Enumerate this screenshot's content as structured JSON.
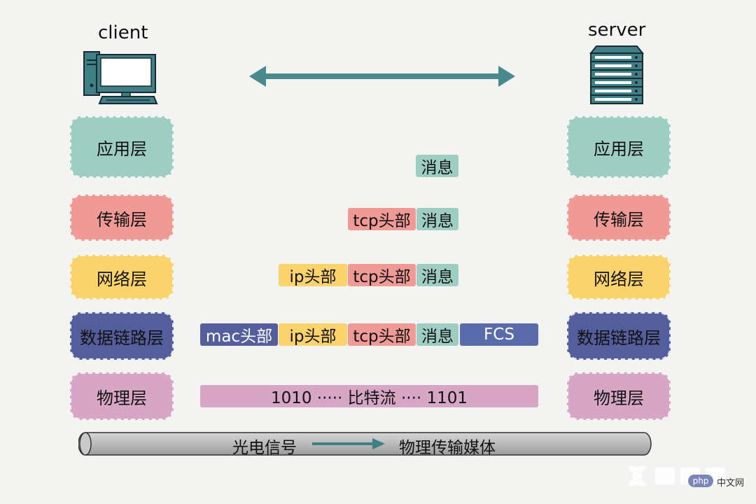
{
  "client": {
    "label": "client",
    "icon": "desktop-computer-icon"
  },
  "server": {
    "label": "server",
    "icon": "server-rack-icon"
  },
  "colors": {
    "arrow": "#4a8a8f",
    "app": "#9ecdc2",
    "transport": "#f09a96",
    "network": "#fad36d",
    "link": "#545e9c",
    "physical": "#d6a6c4"
  },
  "layers": {
    "application": "应用层",
    "transport": "传输层",
    "network": "网络层",
    "datalink": "数据链路层",
    "physical": "物理层"
  },
  "packets": {
    "message": "消息",
    "tcp_header": "tcp头部",
    "ip_header": "ip头部",
    "mac_header": "mac头部",
    "fcs": "FCS",
    "bitstream": "1010 ····· 比特流 ···· 1101"
  },
  "medium": {
    "signal": "光电信号",
    "media": "物理传输媒体"
  },
  "watermark": {
    "text": "中文网",
    "badge": "php"
  }
}
